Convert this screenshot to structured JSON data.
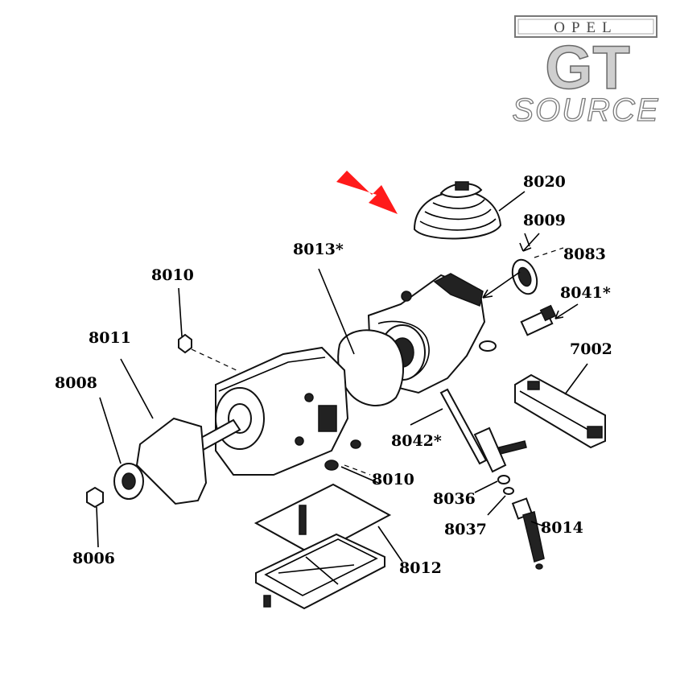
{
  "logo": {
    "brand": "OPEL",
    "model": "GT",
    "tagline": "SOURCE"
  },
  "colors": {
    "arrow": "#ff1a1a",
    "ink": "#000000",
    "logo_gray": "#cfcfcf"
  },
  "labels": {
    "p8020": "8020",
    "p8009": "8009",
    "p8083": "8083",
    "p8013": "8013*",
    "p8041": "8041*",
    "p7002": "7002",
    "p8010a": "8010",
    "p8011": "8011",
    "p8008": "8008",
    "p8042": "8042*",
    "p8010b": "8010",
    "p8036": "8036",
    "p8037": "8037",
    "p8014": "8014",
    "p8012": "8012",
    "p8006": "8006"
  }
}
